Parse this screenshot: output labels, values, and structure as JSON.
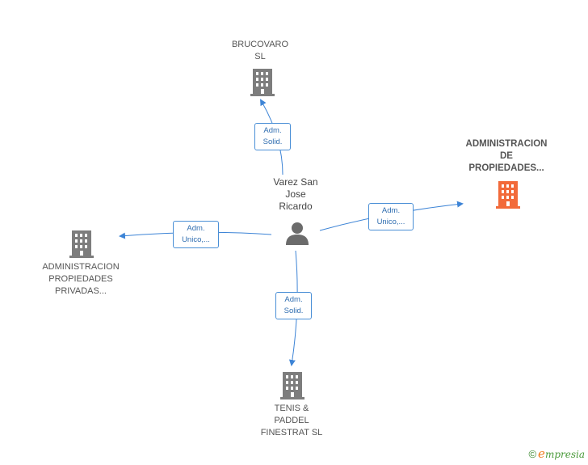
{
  "colors": {
    "edge": "#3d84d6",
    "building": "#7d7d7d",
    "building_highlight": "#f26a3a",
    "person": "#6b6b6b"
  },
  "nodes": {
    "brucovaro": {
      "line1": "BRUCOVARO",
      "line2": "SL",
      "icon": "building-icon"
    },
    "admin_propiedades": {
      "line1": "ADMINISTRACION",
      "line2": "DE",
      "line3": "PROPIEDADES...",
      "icon": "building-icon"
    },
    "admin_privadas": {
      "line1": "ADMINISTRACION",
      "line2": "PROPIEDADES",
      "line3": "PRIVADAS...",
      "icon": "building-icon"
    },
    "tenis": {
      "line1": "TENIS &",
      "line2": "PADDEL",
      "line3": "FINESTRAT  SL",
      "icon": "building-icon"
    },
    "person": {
      "line1": "Varez San",
      "line2": "Jose",
      "line3": "Ricardo",
      "icon": "person-icon"
    }
  },
  "edges": {
    "to_brucovaro": {
      "line1": "Adm.",
      "line2": "Solid."
    },
    "to_admin_propiedades": {
      "line1": "Adm.",
      "line2": "Unico,..."
    },
    "to_admin_privadas": {
      "line1": "Adm.",
      "line2": "Unico,..."
    },
    "to_tenis": {
      "line1": "Adm.",
      "line2": "Solid."
    }
  },
  "footer": {
    "copyright": "©",
    "brand_initial": "e",
    "brand_rest": "mpresia"
  }
}
